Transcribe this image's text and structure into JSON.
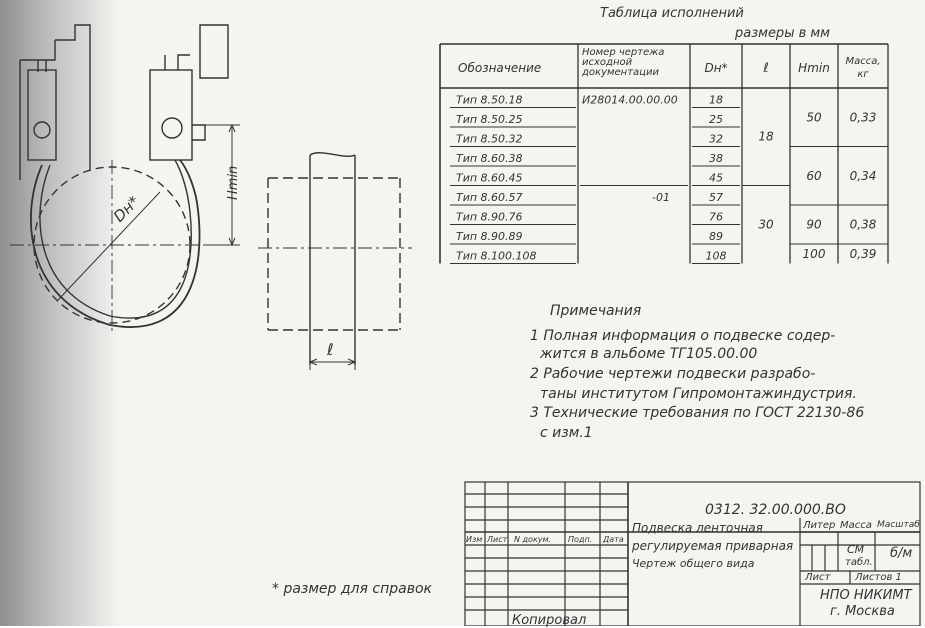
{
  "drawing": {
    "diameter_label": "Dн*",
    "hmin_label": "Hmin",
    "l_label": "ℓ"
  },
  "table": {
    "title": "Таблица исполнений",
    "units": "размеры в мм",
    "headers": [
      "Обозначение",
      "Номер чертежа исходной документации",
      "Dн*",
      "ℓ",
      "Hmin",
      "Масса, кг"
    ],
    "rows": [
      {
        "designation": "Тип 8.50.18",
        "drawing_no": "И28014.00.00.00",
        "dn": "18"
      },
      {
        "designation": "Тип 8.50.25",
        "drawing_no": "",
        "dn": "25"
      },
      {
        "designation": "Тип 8.50.32",
        "drawing_no": "",
        "dn": "32"
      },
      {
        "designation": "Тип 8.60.38",
        "drawing_no": "",
        "dn": "38"
      },
      {
        "designation": "Тип 8.60.45",
        "drawing_no": "",
        "dn": "45"
      },
      {
        "designation": "Тип 8.60.57",
        "drawing_no": "-01",
        "dn": "57"
      },
      {
        "designation": "Тип 8.90.76",
        "drawing_no": "",
        "dn": "76"
      },
      {
        "designation": "Тип 8.90.89",
        "drawing_no": "",
        "dn": "89"
      },
      {
        "designation": "Тип 8.100.108",
        "drawing_no": "",
        "dn": "108"
      }
    ],
    "l_values": [
      "18",
      "30"
    ],
    "hmin_values": [
      "50",
      "60",
      "90",
      "100"
    ],
    "mass_values": [
      "0,33",
      "0,34",
      "0,38",
      "0,39"
    ]
  },
  "notes": {
    "heading": "Примечания",
    "lines": [
      "1 Полная информация о подвеске содер-",
      "жится в альбоме ТГ105.00.00",
      "2 Рабочие чертежи подвески разрабо-",
      "таны институтом Гипромонтажиндустрия.",
      "3 Технические требования по ГОСТ 22130-86",
      "с изм.1"
    ]
  },
  "footnote": "* размер для справок",
  "copied_stamp": "Копировал",
  "title_block": {
    "doc_number": "0312. 32.00.000.ВО",
    "cols": [
      "Изм",
      "Лист",
      "N докум.",
      "Подп.",
      "Дата"
    ],
    "name_lines": [
      "Подвеска ленточная",
      "регулируемая приварная",
      "Чертеж общего вида"
    ],
    "liter_label": "Литер",
    "mass_label": "Масса",
    "scale_label": "Масштаб",
    "mass_value": [
      "СМ",
      "табл."
    ],
    "scale_value": "б/м",
    "sheet_label": "Лист",
    "sheets_label": "Листов 1",
    "org_lines": [
      "НПО НИКИМТ",
      "г. Москва"
    ]
  }
}
